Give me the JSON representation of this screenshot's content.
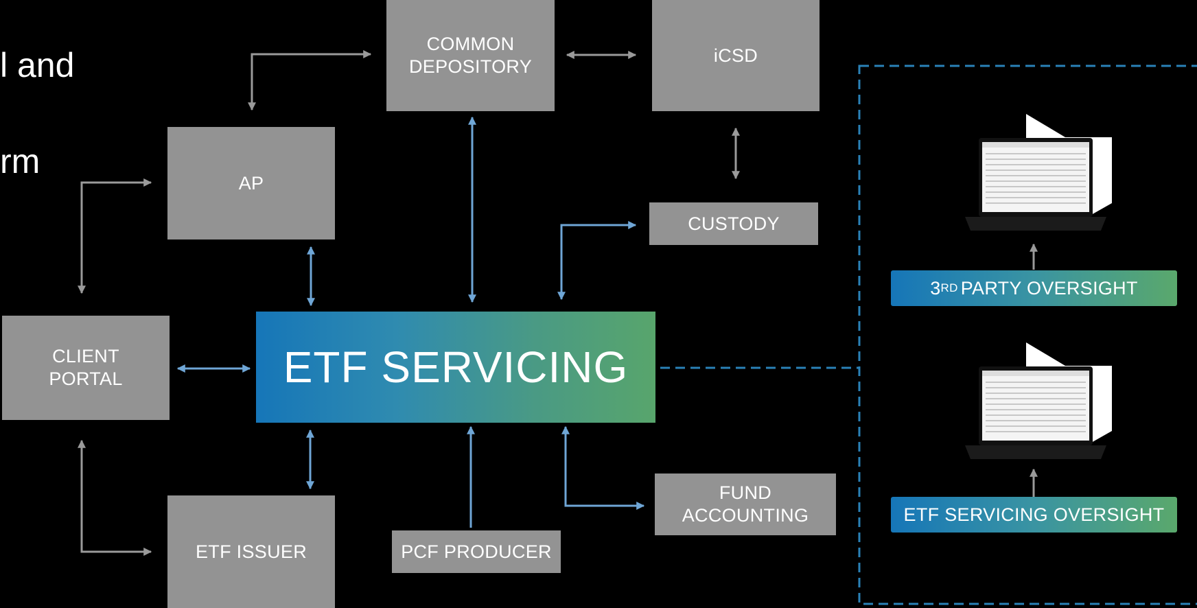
{
  "left_text": {
    "line1": "l and",
    "line2": "rm"
  },
  "nodes": {
    "common_depository": [
      "COMMON",
      "DEPOSITORY"
    ],
    "icsd": "iCSD",
    "ap": "AP",
    "custody": "CUSTODY",
    "client_portal": [
      "CLIENT",
      "PORTAL"
    ],
    "etf_servicing": "ETF SERVICING",
    "etf_issuer": "ETF ISSUER",
    "pcf_producer": "PCF PRODUCER",
    "fund_accounting": [
      "FUND",
      "ACCOUNTING"
    ]
  },
  "oversight": {
    "third_party": {
      "prefix": "3",
      "superscript": "RD",
      "label": "PARTY OVERSIGHT"
    },
    "etf_servicing": "ETF SERVICING OVERSIGHT"
  },
  "colors": {
    "background": "#000000",
    "box": "#939393",
    "gray_arrow": "#9a9a9a",
    "blue_arrow": "#6fa6d6",
    "dashed_border": "#2a82b8",
    "gradient_start": "#1676b8",
    "gradient_end": "#58a56c"
  },
  "icons": {
    "laptop": "laptop-icon",
    "document": "document-icon"
  }
}
